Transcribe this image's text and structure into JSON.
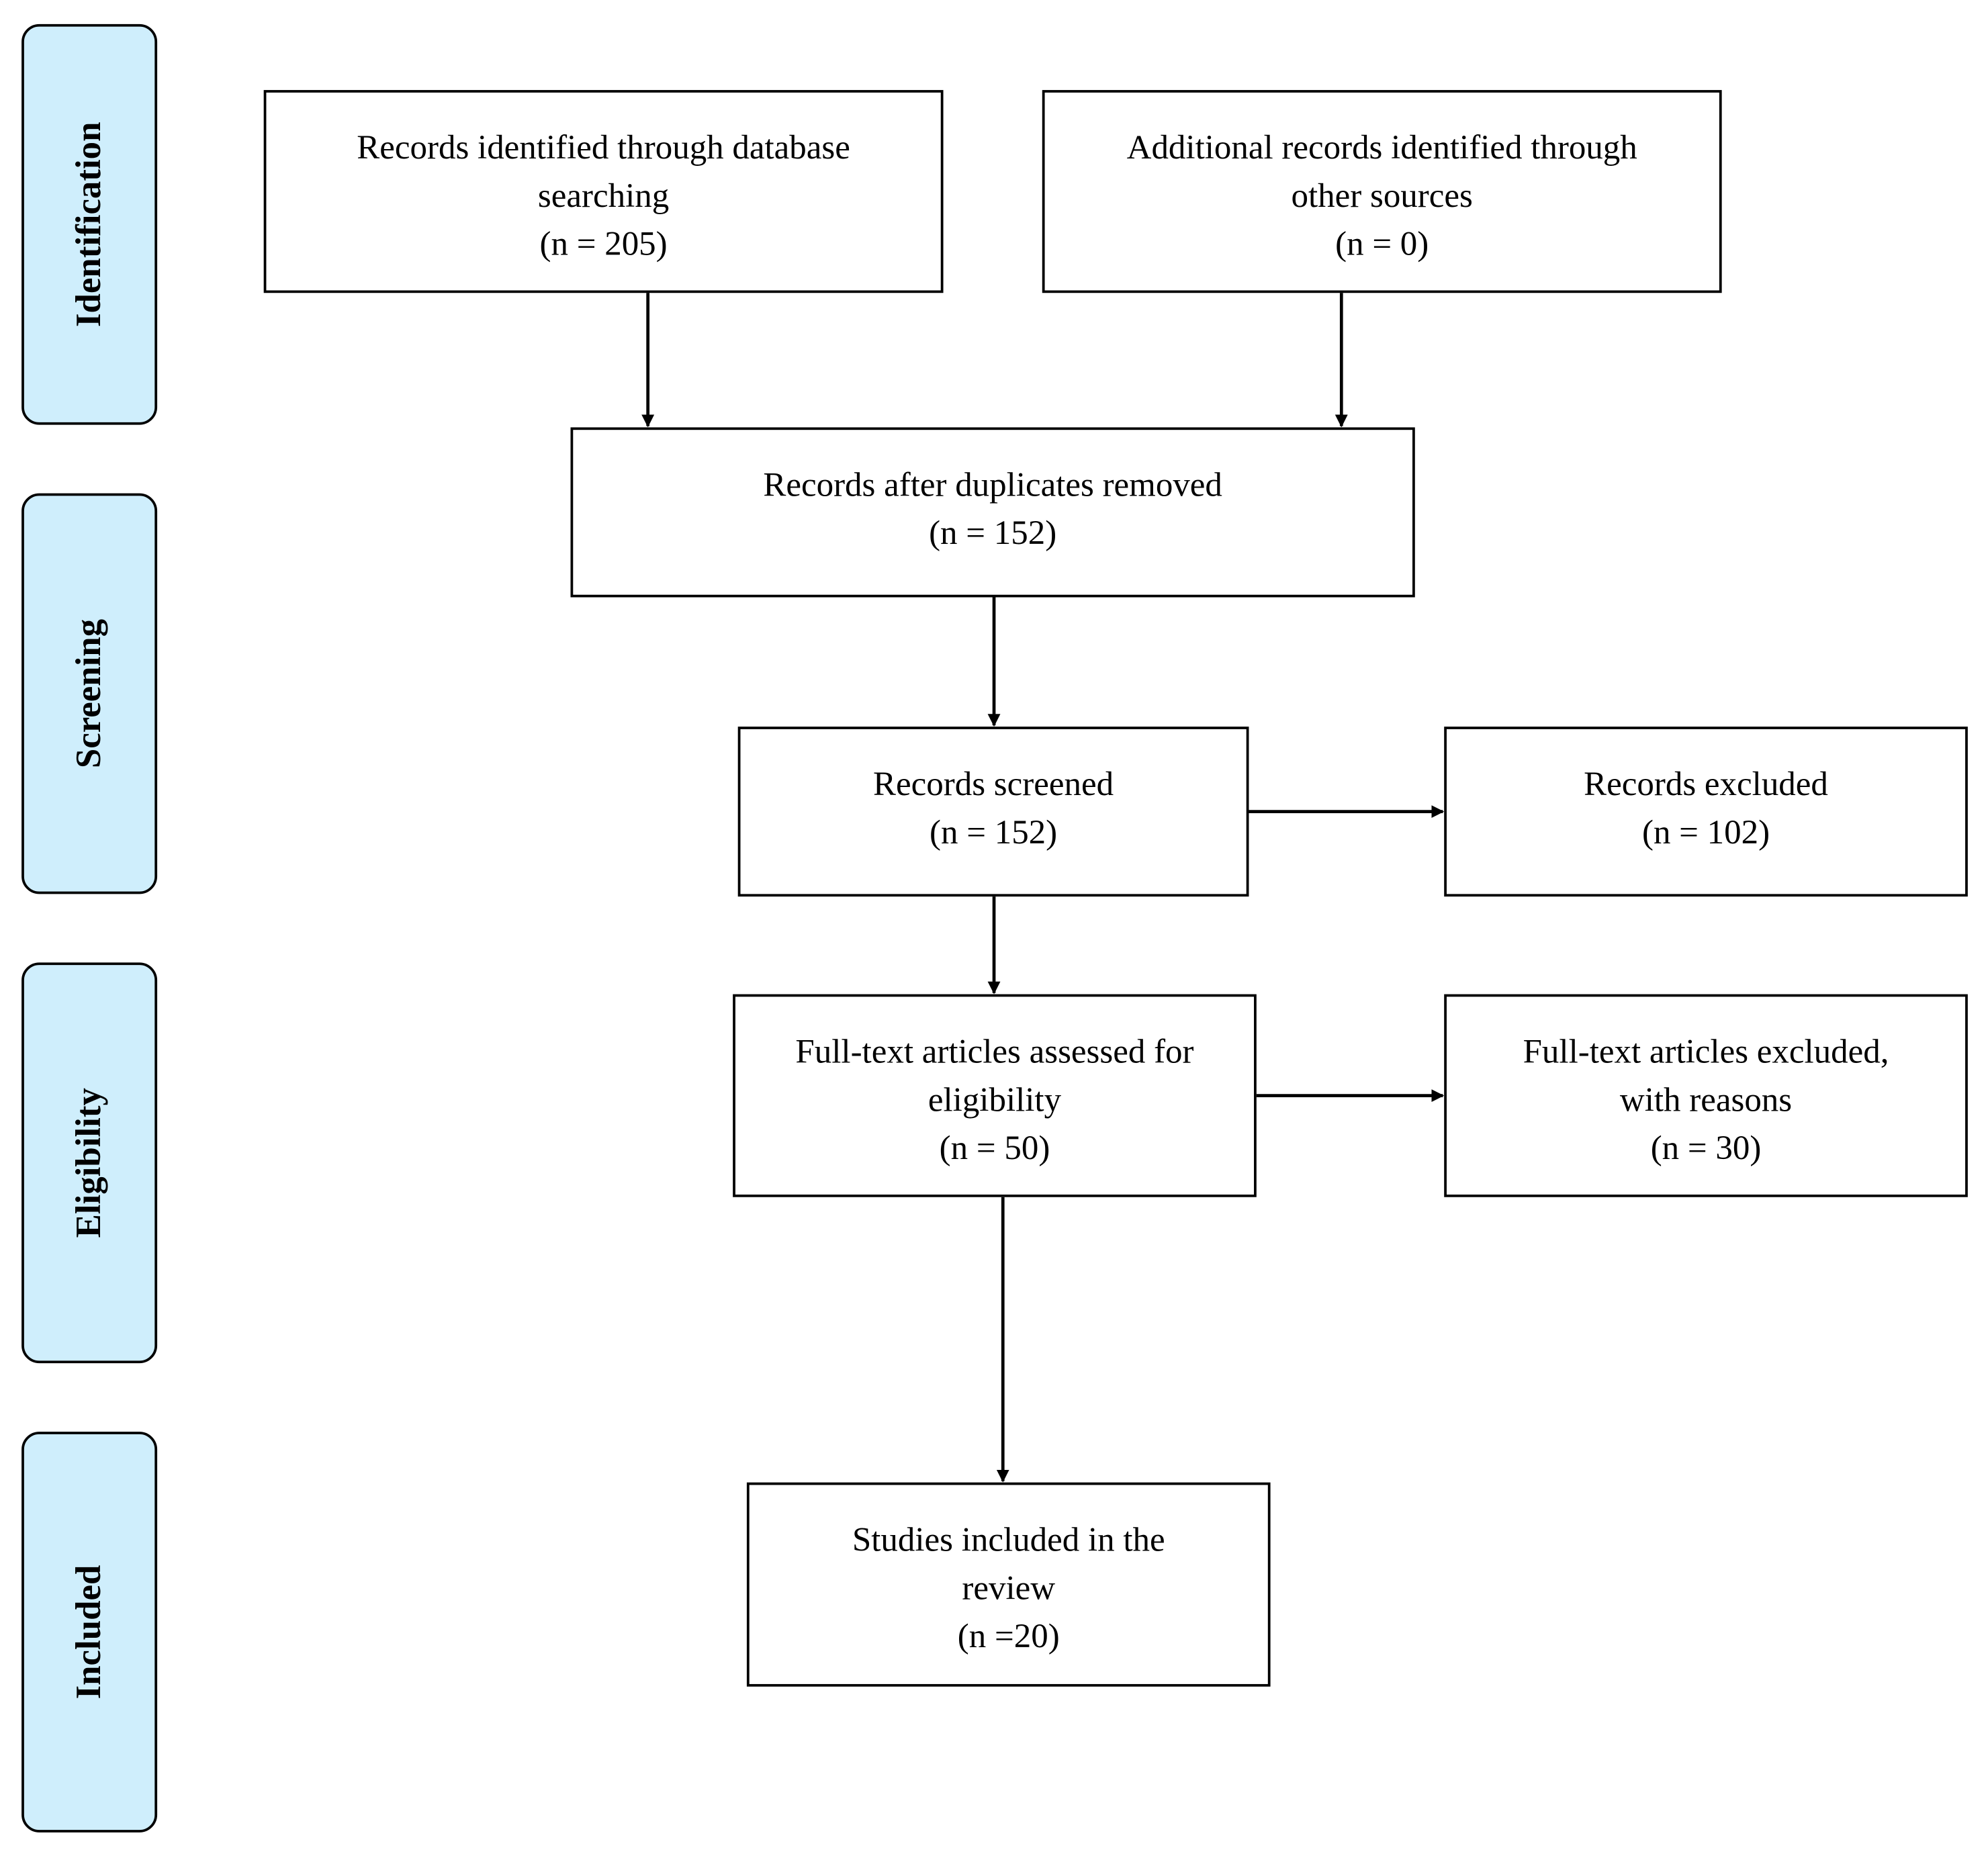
{
  "phases": {
    "identification": "Identification",
    "screening": "Screening",
    "eligibility": "Eligibility",
    "included": "Included"
  },
  "boxes": {
    "db_search": {
      "line1": "Records identified through database",
      "line2": "searching",
      "count": "(n = 205)"
    },
    "other_sources": {
      "line1": "Additional records identified through",
      "line2": "other sources",
      "count": "(n = 0)"
    },
    "duplicates_removed": {
      "line1": "Records after duplicates removed",
      "count": "(n = 152)"
    },
    "screened": {
      "line1": "Records screened",
      "count": "(n = 152)"
    },
    "excluded": {
      "line1": "Records excluded",
      "count": "(n = 102)"
    },
    "fulltext_assessed": {
      "line1": "Full-text articles assessed for",
      "line2": "eligibility",
      "count": "(n = 50)"
    },
    "fulltext_excluded": {
      "line1": "Full-text articles excluded,",
      "line2": "with reasons",
      "count": "(n = 30)"
    },
    "included_studies": {
      "line1": "Studies included in the",
      "line2": "review",
      "count": "(n =20)"
    }
  }
}
